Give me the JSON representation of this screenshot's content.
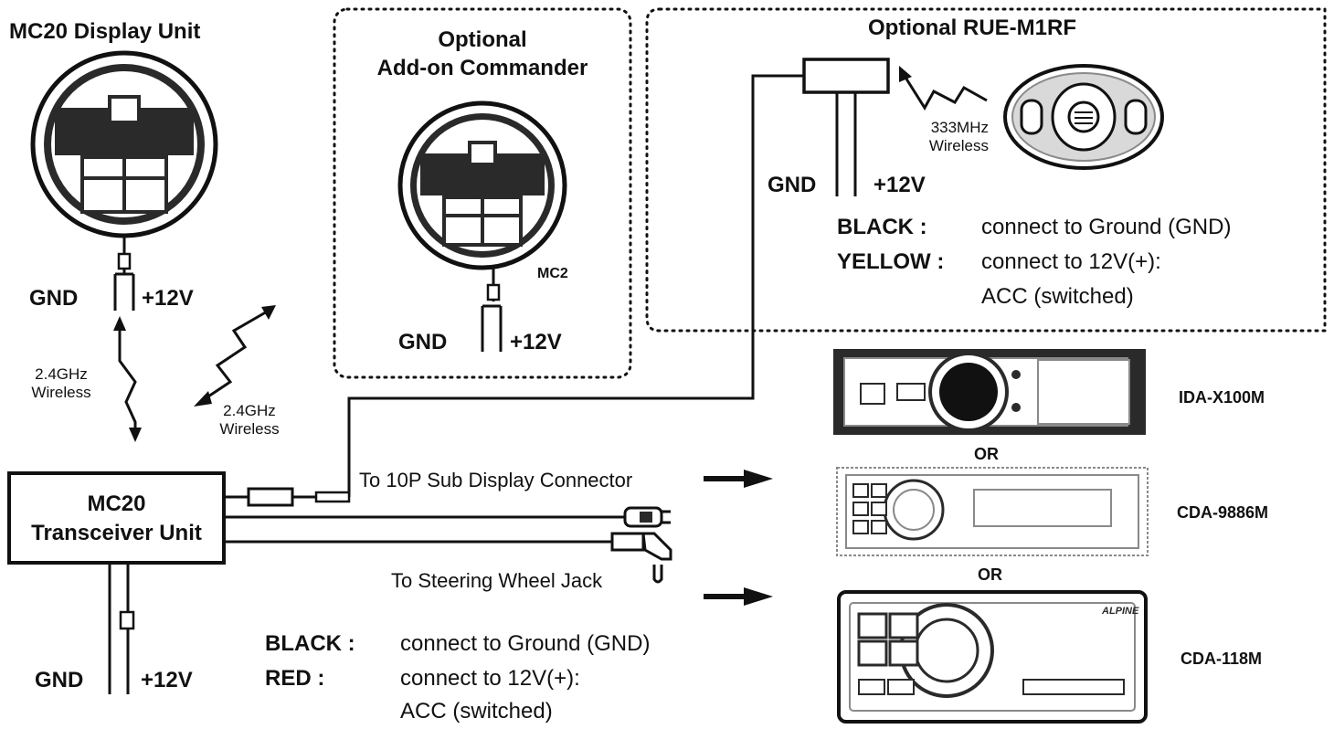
{
  "display_unit": {
    "title": "MC20 Display Unit",
    "gnd": "GND",
    "v12": "+12V"
  },
  "commander": {
    "title_line1": "Optional",
    "title_line2": "Add-on Commander",
    "model": "MC2",
    "gnd": "GND",
    "v12": "+12V"
  },
  "rue": {
    "title": "Optional RUE-M1RF",
    "wireless_line1": "333MHz",
    "wireless_line2": "Wireless",
    "gnd": "GND",
    "v12": "+12V",
    "black_label": "BLACK :",
    "black_text": "connect to Ground (GND)",
    "yellow_label": "YELLOW :",
    "yellow_text": "connect to 12V(+):",
    "yellow_text2": "ACC (switched)"
  },
  "wireless_1": {
    "line1": "2.4GHz",
    "line2": "Wireless"
  },
  "wireless_2": {
    "line1": "2.4GHz",
    "line2": "Wireless"
  },
  "transceiver": {
    "line1": "MC20",
    "line2": "Transceiver Unit",
    "gnd": "GND",
    "v12": "+12V"
  },
  "connections": {
    "sub_display": "To 10P Sub Display Connector",
    "steering": "To Steering Wheel Jack"
  },
  "bottom_legend": {
    "black_label": "BLACK :",
    "black_text": "connect to Ground (GND)",
    "red_label": "RED :",
    "red_text": "connect to 12V(+):",
    "red_text2": "ACC (switched)"
  },
  "head_units": [
    {
      "model": "IDA-X100M"
    },
    {
      "model": "CDA-9886M"
    },
    {
      "model": "CDA-118M"
    }
  ],
  "or_text": [
    "OR",
    "OR"
  ],
  "brand_logo": "ALPINE",
  "colors": {
    "ink": "#111111",
    "face": "#2a2a2a",
    "mid": "#8a8a8a",
    "light": "#d9d9d9"
  }
}
